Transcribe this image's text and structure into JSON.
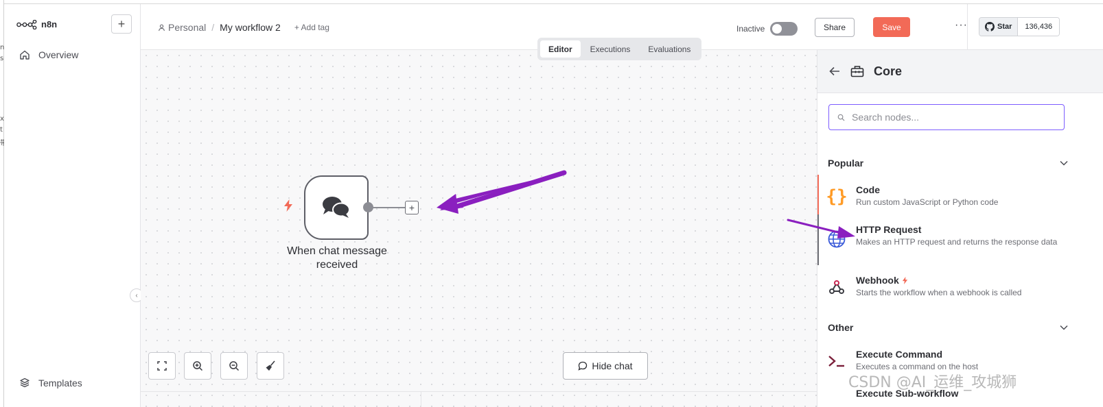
{
  "edge_strip": [
    "n",
    "s",
    "x",
    "t",
    "‑",
    "带"
  ],
  "sidebar": {
    "logo_text": "n8n",
    "new_button": "+",
    "items": [
      {
        "label": "Overview"
      }
    ],
    "bottom_items": [
      {
        "label": "Templates"
      }
    ]
  },
  "header": {
    "project": "Personal",
    "separator": "/",
    "workflow_name": "My workflow 2",
    "add_tag": "+ Add tag",
    "active_label": "Inactive",
    "share_label": "Share",
    "save_label": "Save",
    "more_label": "···",
    "github_star_label": "Star",
    "github_star_count": "136,436"
  },
  "canvas": {
    "tabs": [
      {
        "label": "Editor",
        "active": true
      },
      {
        "label": "Executions",
        "active": false
      },
      {
        "label": "Evaluations",
        "active": false
      }
    ],
    "node": {
      "label": "When chat message received",
      "icon": "chat-bubbles-icon"
    },
    "hide_chat_label": "Hide chat"
  },
  "panel": {
    "title": "Core",
    "search_placeholder": "Search nodes...",
    "sections": [
      {
        "title": "Popular",
        "items": [
          {
            "title": "Code",
            "description": "Run custom JavaScript or Python code",
            "icon": "code-braces-icon"
          },
          {
            "title": "HTTP Request",
            "description": "Makes an HTTP request and returns the response data",
            "icon": "globe-icon"
          },
          {
            "title": "Webhook",
            "description": "Starts the workflow when a webhook is called",
            "icon": "webhook-icon"
          }
        ]
      },
      {
        "title": "Other",
        "items": [
          {
            "title": "Execute Command",
            "description": "Executes a command on the host",
            "icon": "terminal-icon"
          },
          {
            "title": "Execute Sub-workflow",
            "description": "",
            "icon": "sub-workflow-icon"
          }
        ]
      }
    ]
  },
  "watermark": "CSDN @AI_运维_攻城狮",
  "colors": {
    "accent": "#f26a57",
    "focus": "#7c5cff",
    "annotation_arrow": "#8a1fbf"
  }
}
